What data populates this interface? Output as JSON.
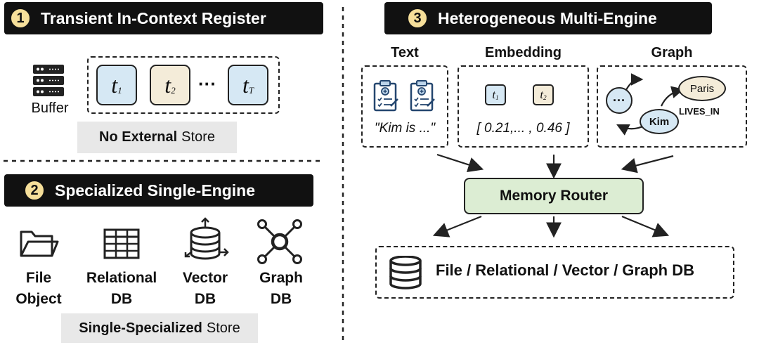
{
  "section1": {
    "number": "1",
    "title": "Transient In-Context Register",
    "buffer_label": "Buffer",
    "tokens": [
      {
        "letter": "t",
        "sub": "1"
      },
      {
        "letter": "t",
        "sub": "2"
      },
      {
        "letter": "t",
        "sub": "T"
      }
    ],
    "ellipsis": "···",
    "store_bold": "No External",
    "store_rest": "Store"
  },
  "section2": {
    "number": "2",
    "title": "Specialized Single-Engine",
    "engines": [
      {
        "line1": "File",
        "line2": "Object",
        "icon": "folder-icon"
      },
      {
        "line1": "Relational",
        "line2": "DB",
        "icon": "table-icon"
      },
      {
        "line1": "Vector",
        "line2": "DB",
        "icon": "database-icon"
      },
      {
        "line1": "Graph",
        "line2": "DB",
        "icon": "graph-icon"
      }
    ],
    "store_bold": "Single-Specialized",
    "store_rest": "Store"
  },
  "section3": {
    "number": "3",
    "title": "Heterogeneous Multi-Engine",
    "text_col": {
      "title": "Text",
      "quote": "\"Kim is ...\""
    },
    "embedding_col": {
      "title": "Embedding",
      "tokens": [
        {
          "letter": "t",
          "sub": "1"
        },
        {
          "letter": "t",
          "sub": "2"
        }
      ],
      "vector": "[ 0.21,... , 0.46 ]"
    },
    "graph_col": {
      "title": "Graph",
      "node_kim": "Kim",
      "node_paris": "Paris",
      "node_more": "···",
      "edge_label": "LIVES_IN"
    },
    "router": "Memory Router",
    "output": "File / Relational / Vector / Graph DB"
  },
  "colors": {
    "header_bg": "#111111",
    "badge": "#f6df9a",
    "token_blue": "#d6e8f4",
    "token_beige": "#f4ecd9",
    "router_fill": "#dcedd3",
    "store_label_bg": "#e8e8e8"
  }
}
